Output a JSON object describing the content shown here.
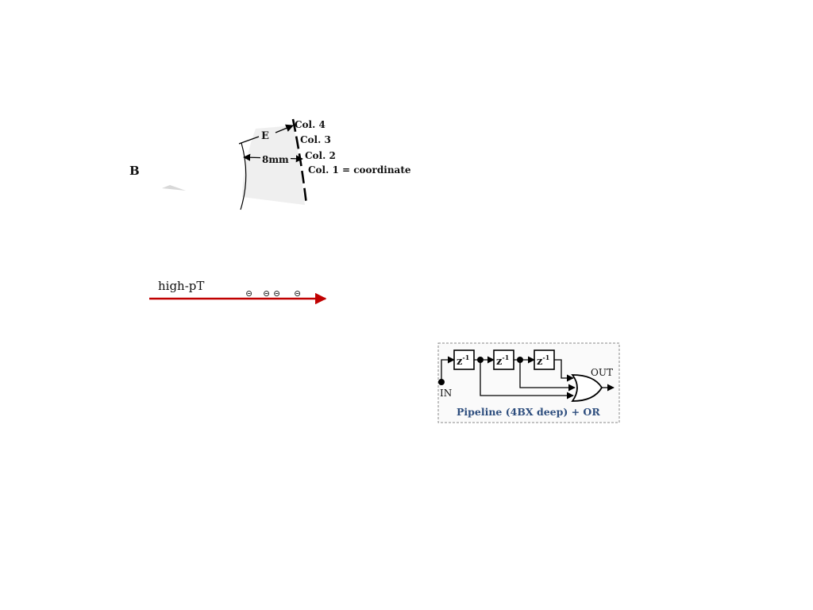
{
  "panel_b": {
    "label": "B",
    "region_label": "E",
    "width_label": "8mm",
    "columns": [
      "Col. 4",
      "Col. 3",
      "Col. 2",
      "Col. 1 = coordinate"
    ]
  },
  "track": {
    "label": "high-pT",
    "hit_symbol": "⊝",
    "hit_count": 4,
    "color": "#c00000"
  },
  "pipeline": {
    "delay_label": "z",
    "delay_exponent": "-1",
    "delay_count": 3,
    "input_label": "IN",
    "output_label": "OUT",
    "caption": "Pipeline (4BX deep) + OR",
    "caption_color": "#2e4e7e"
  }
}
